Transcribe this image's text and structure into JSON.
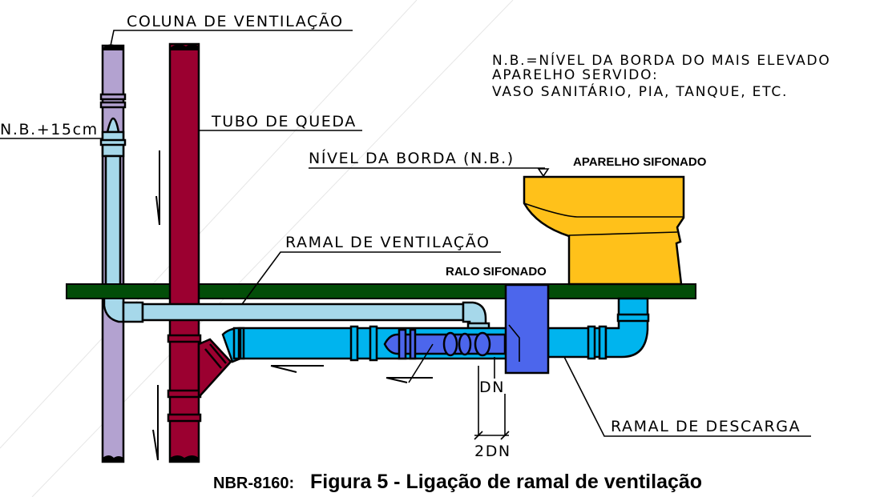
{
  "diagram": {
    "labels": {
      "coluna_ventilacao": "COLUNA DE VENTILAÇÃO",
      "nb_15cm": "N.B.+15cm",
      "tubo_queda": "TUBO DE QUEDA",
      "nivel_borda": "NÍVEL DA BORDA (N.B.)",
      "aparelho_sifonado": "APARELHO SIFONADO",
      "ramal_ventilacao": "RAMAL DE VENTILAÇÃO",
      "ralo_sifonado": "RALO SIFONADO",
      "ramal_descarga": "RAMAL DE DESCARGA",
      "dn": "DN",
      "two_dn": "2DN"
    },
    "note": {
      "line1": "N.B.=NÍVEL DA BORDA DO MAIS ELEVADO",
      "line2": "APARELHO SERVIDO:",
      "line3": "VASO SANITÁRIO, PIA, TANQUE, ETC."
    },
    "caption": {
      "standard": "NBR-8160:",
      "title": "Figura 5 - Ligação de ramal de ventilação"
    },
    "colors": {
      "ventilation_column": "#b3a2d0",
      "fall_pipe": "#9b0030",
      "vent_branch": "#a6d8ea",
      "discharge_branch": "#00b4ee",
      "floor_drain": "#4c66ec",
      "toilet": "#ffc11a",
      "floor_slab": "#024d08"
    }
  }
}
